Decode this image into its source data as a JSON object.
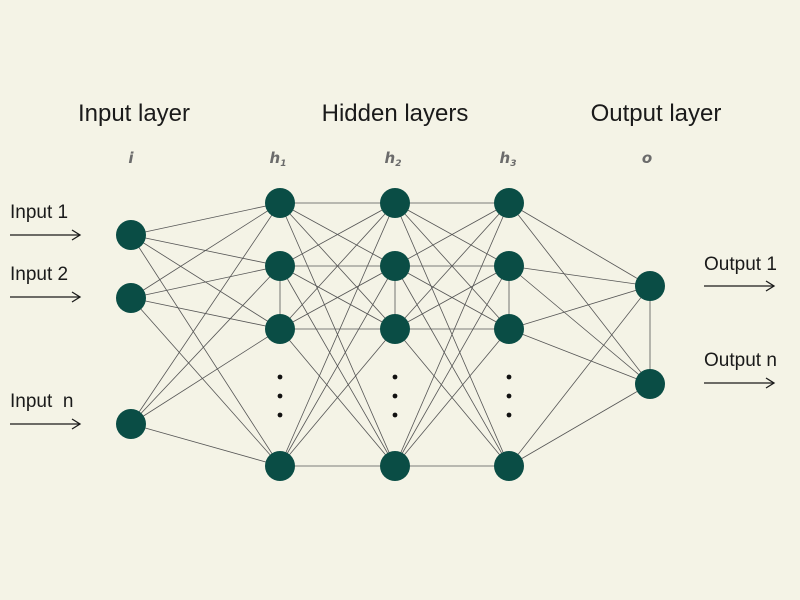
{
  "titles": {
    "input": "Input layer",
    "hidden": "Hidden layers",
    "output": "Output layer"
  },
  "symbols": {
    "i": "i",
    "h": "h",
    "h1_sub": "1",
    "h2_sub": "2",
    "h3_sub": "3",
    "o": "o"
  },
  "inputs": [
    "Input 1",
    "Input 2",
    "Input  n"
  ],
  "outputs": [
    "Output 1",
    "Output n"
  ],
  "colors": {
    "background": "#f4f3e6",
    "node": "#0a4d45",
    "edge": "#555555",
    "text": "#1a1a1a",
    "symbol": "#6b6b6b"
  }
}
